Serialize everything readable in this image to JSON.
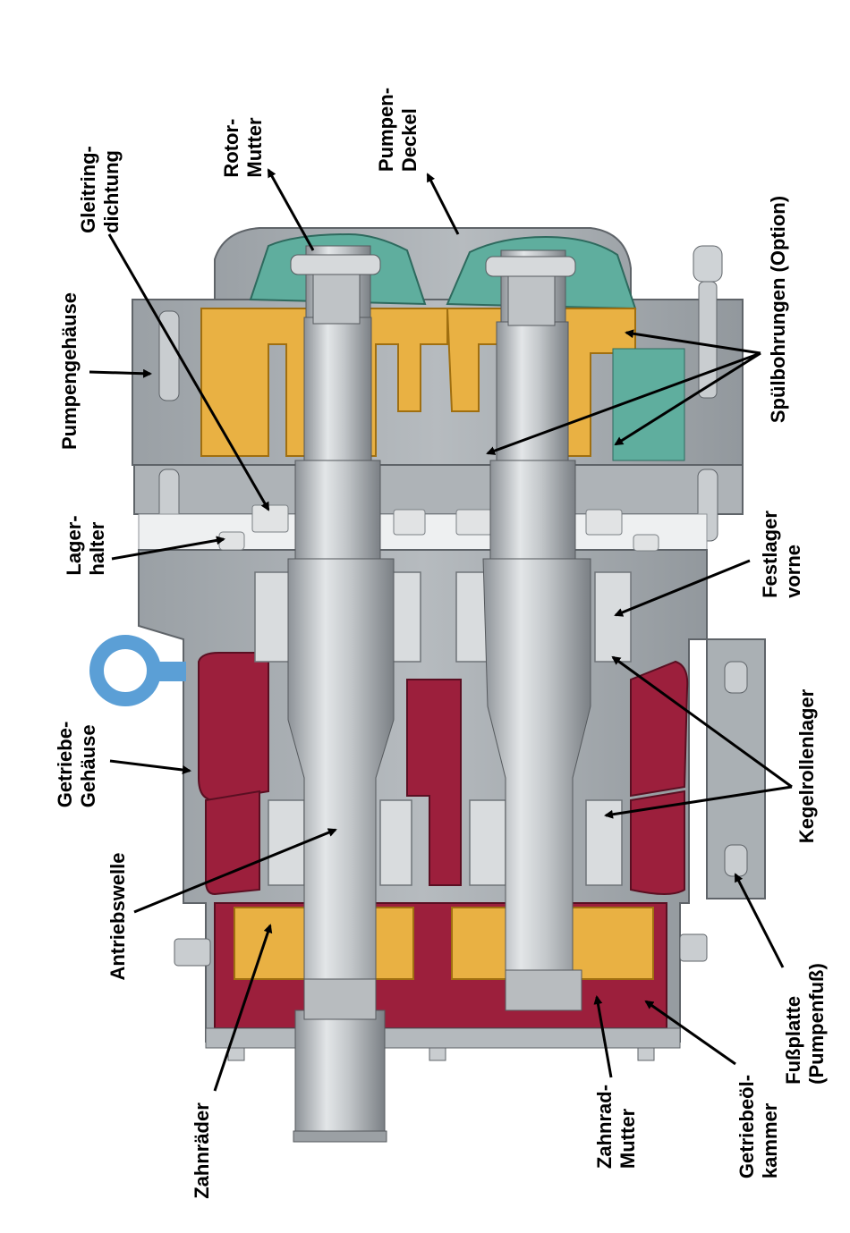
{
  "colors": {
    "housing": "#a9aeb3",
    "housing_dark": "#7f858a",
    "shaft": "#c6cacd",
    "rotor": "#e9b143",
    "cover_seal": "#5fae9e",
    "gear_housing": "#9c1f3c",
    "bearing": "#d9dcde",
    "lifting_eye": "#5b9fd6",
    "text": "#000000"
  },
  "labels": {
    "pumpengehaeuse": "Pumpengehäuse",
    "gleitring_1": "Gleitring-",
    "gleitring_2": "dichtung",
    "rotor_1": "Rotor-",
    "rotor_2": "Mutter",
    "pumpendeckel_1": "Pumpen-",
    "pumpendeckel_2": "Deckel",
    "spuelbohrungen": "Spülbohrungen (Option)",
    "lagerhalter_1": "Lager-",
    "lagerhalter_2": "halter",
    "festlager_1": "Festlager",
    "festlager_2": "vorne",
    "getriebe_1": "Getriebe-",
    "getriebe_2": "Gehäuse",
    "kegelrollen": "Kegelrollenlager",
    "antriebswelle": "Antriebswelle",
    "fussplatte_1": "Fußplatte",
    "fussplatte_2": "(Pumpenfuß)",
    "zahnraeder": "Zahnräder",
    "zahnradmutter_1": "Zahnrad-",
    "zahnradmutter_2": "Mutter",
    "getriebeoel_1": "Getriebeöl-",
    "getriebeoel_2": "kammer"
  }
}
